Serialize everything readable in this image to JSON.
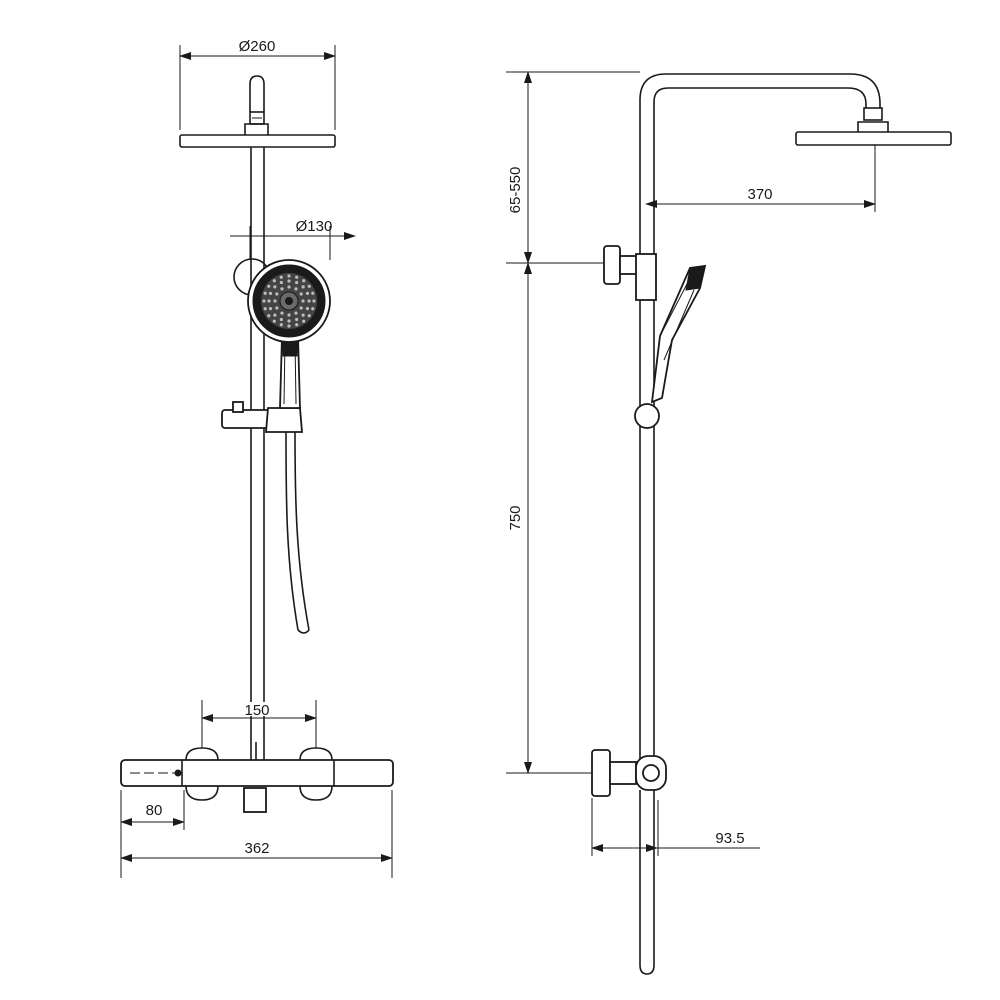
{
  "front_view": {
    "dim_showerhead_diameter": "Ø260",
    "dim_handshower_diameter": "Ø130",
    "dim_inlet_spacing": "150",
    "dim_mixer_end": "80",
    "dim_mixer_length": "362"
  },
  "side_view": {
    "dim_head_height_range": "65-550",
    "dim_arm_reach": "370",
    "dim_rail_height": "750",
    "dim_wall_offset": "93.5"
  },
  "colors": {
    "line": "#1a1a1a",
    "background": "#ffffff",
    "accent_grey": "#6a6a6a"
  }
}
